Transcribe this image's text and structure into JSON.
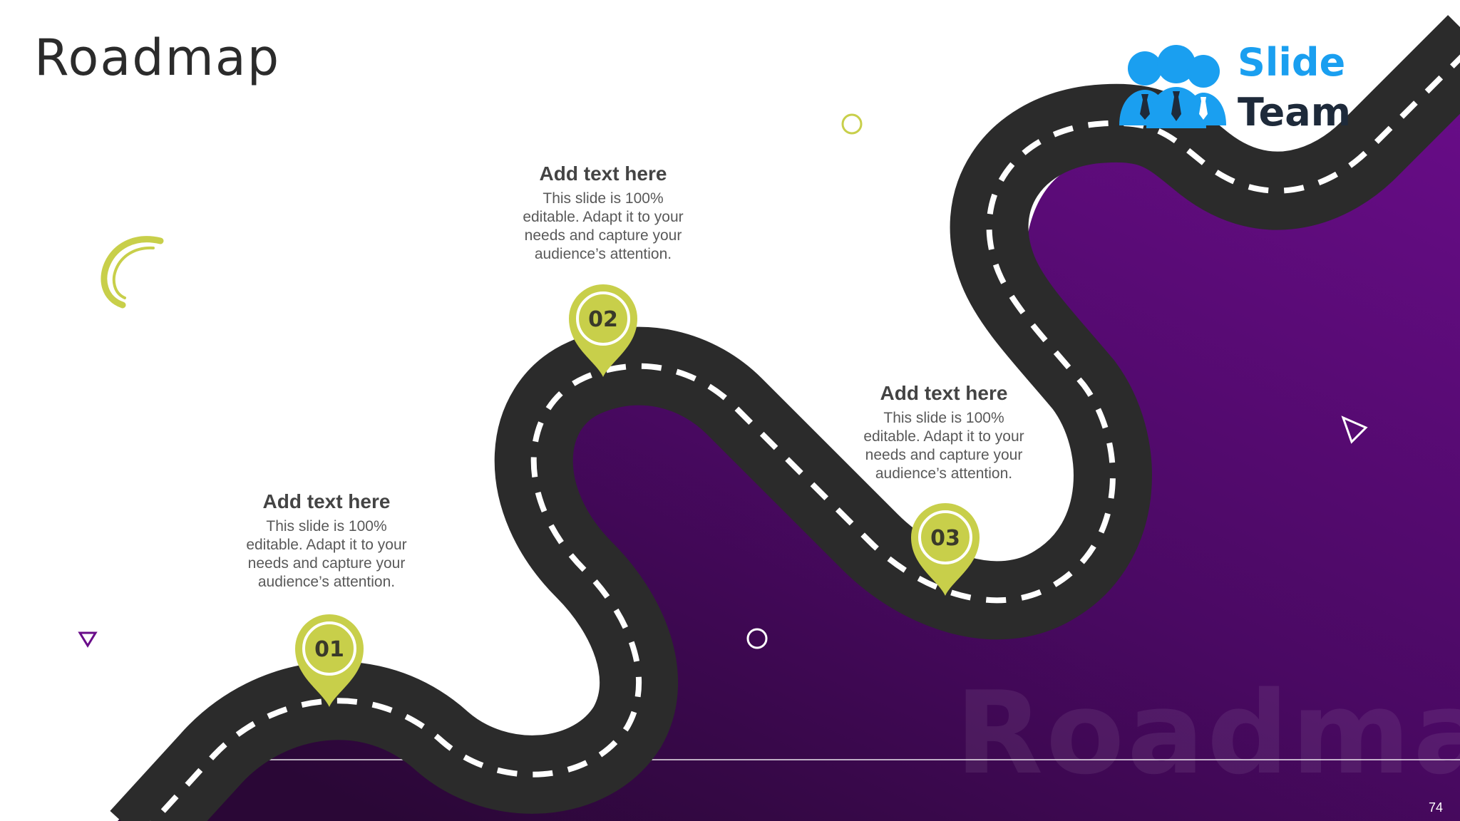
{
  "slide": {
    "title": "Roadmap",
    "watermark": "Roadmap",
    "page_number": "74"
  },
  "logo": {
    "line1": "Slide",
    "line2": "Team",
    "colors": {
      "blue": "#1a9ff0",
      "dark": "#1e2a3a"
    }
  },
  "milestones": [
    {
      "number": "01",
      "heading": "Add text here",
      "body": "This slide is 100% editable. Adapt it to your needs and capture your audience’s attention."
    },
    {
      "number": "02",
      "heading": "Add text here",
      "body": "This slide is 100% editable. Adapt it to your needs and capture your audience’s attention."
    },
    {
      "number": "03",
      "heading": "Add text here",
      "body": "This slide is 100% editable. Adapt it to your needs and capture your audience’s attention."
    }
  ],
  "colors": {
    "purple_light": "#6a0d8a",
    "purple_dark": "#2e0a3c",
    "road": "#2b2b2b",
    "road_marking": "#ffffff",
    "pin": "#c8cf4a",
    "title": "#2b2b2b"
  }
}
